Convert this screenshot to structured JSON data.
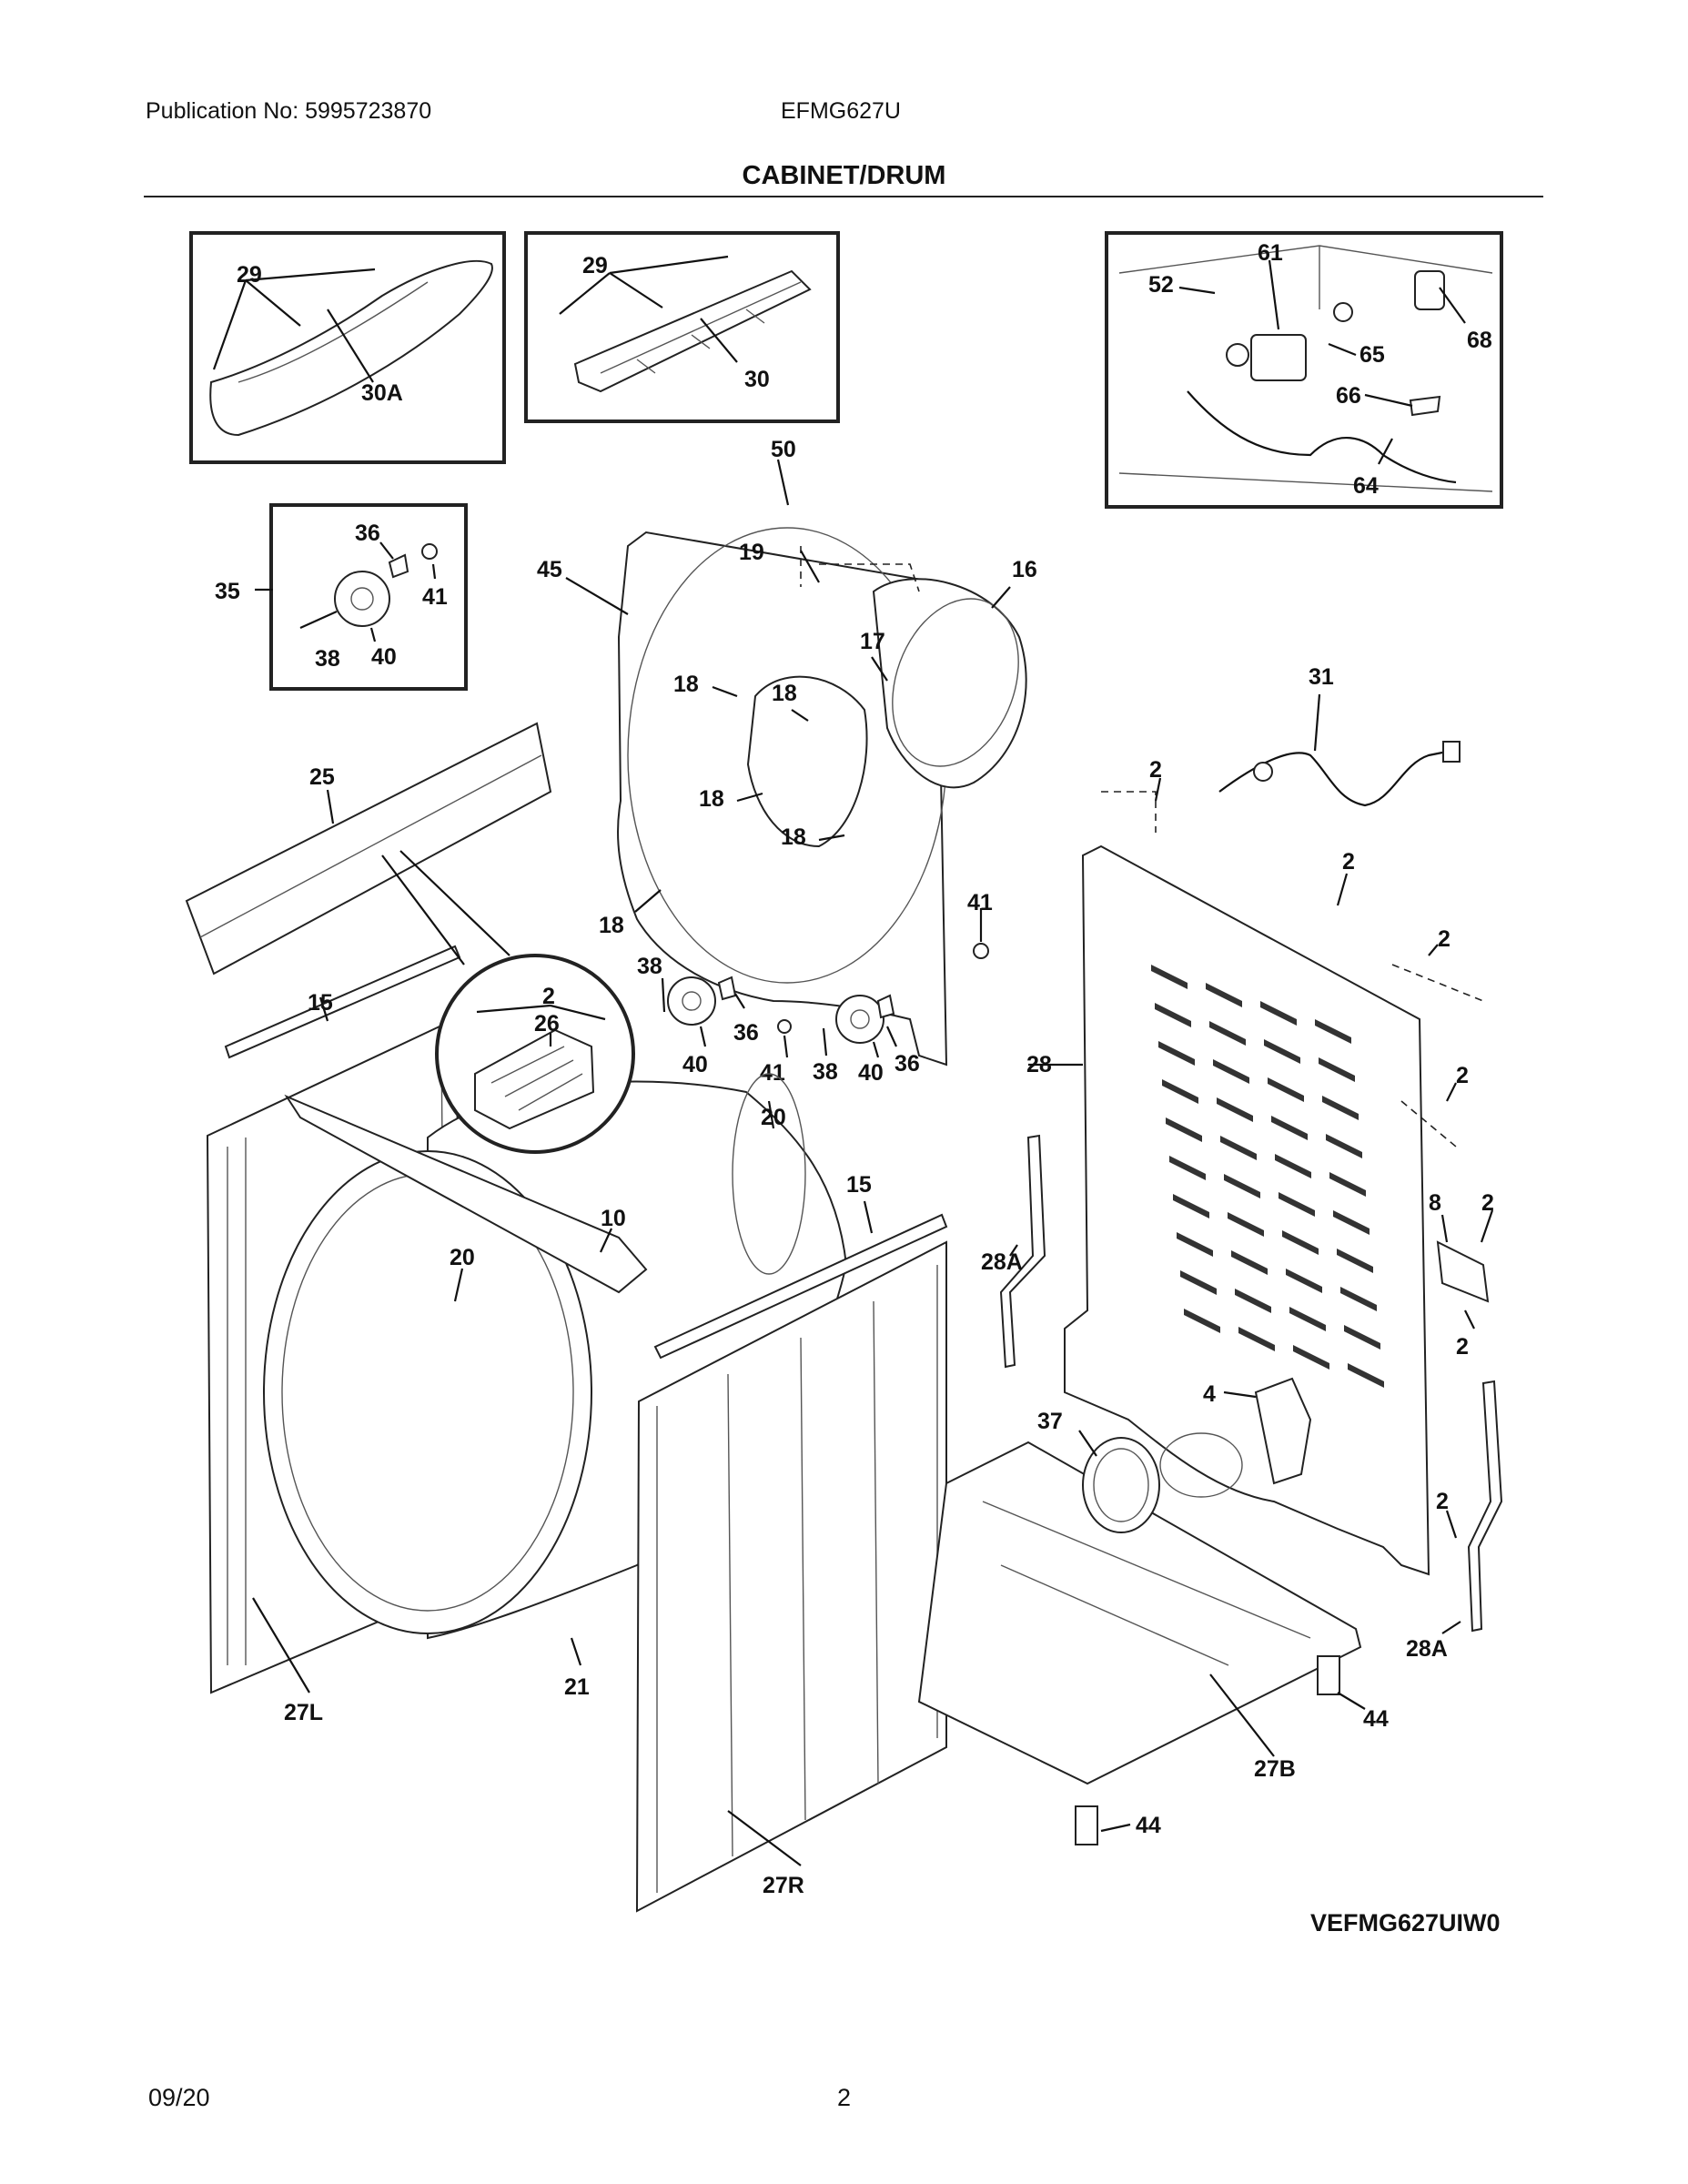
{
  "header": {
    "publication": "Publication No: 5995723870",
    "model": "EFMG627U",
    "section_title": "CABINET/DRUM"
  },
  "diagram_code": "VEFMG627UIW0",
  "footer": {
    "date": "09/20",
    "page": "2"
  },
  "callouts": {
    "c29a": "29",
    "c30a": "30A",
    "c29b": "29",
    "c30": "30",
    "c52": "52",
    "c61": "61",
    "c68": "68",
    "c65": "65",
    "c66": "66",
    "c64": "64",
    "c36a": "36",
    "c35": "35",
    "c41a": "41",
    "c38a": "38",
    "c40a": "40",
    "c50": "50",
    "c19": "19",
    "c45": "45",
    "c16": "16",
    "c17": "17",
    "c18a": "18",
    "c18b": "18",
    "c18c": "18",
    "c18d": "18",
    "c18e": "18",
    "c31": "31",
    "c25": "25",
    "c2a": "2",
    "c2b": "2",
    "c2c": "2",
    "c41b": "41",
    "c38b": "38",
    "c36b": "36",
    "c40b": "40",
    "c41c": "41",
    "c38c": "38",
    "c40c": "40",
    "c36c": "36",
    "c28": "28",
    "c2d": "2",
    "c15a": "15",
    "c2e": "2",
    "c26": "26",
    "c20a": "20",
    "c15b": "15",
    "c10": "10",
    "c20b": "20",
    "c8": "8",
    "c2f": "2",
    "c28Aa": "28A",
    "c2g": "2",
    "c4": "4",
    "c37": "37",
    "c2h": "2",
    "c28Ab": "28A",
    "c27L": "27L",
    "c21": "21",
    "c44a": "44",
    "c27B": "27B",
    "c44b": "44",
    "c27R": "27R"
  }
}
